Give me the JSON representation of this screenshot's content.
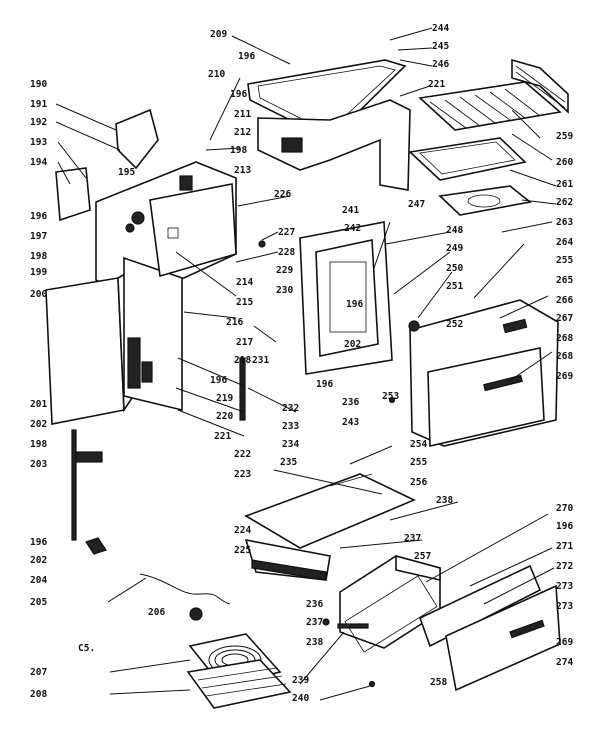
{
  "diagram": {
    "page_code": "C5.",
    "labels": [
      "190",
      "191",
      "192",
      "193",
      "194",
      "195",
      "196",
      "197",
      "198",
      "199",
      "200",
      "201",
      "202",
      "203",
      "204",
      "205",
      "206",
      "207",
      "208",
      "209",
      "210",
      "211",
      "212",
      "213",
      "214",
      "215",
      "216",
      "217",
      "218",
      "219",
      "220",
      "221",
      "222",
      "223",
      "224",
      "225",
      "226",
      "227",
      "228",
      "229",
      "230",
      "231",
      "232",
      "233",
      "234",
      "235",
      "236",
      "237",
      "238",
      "239",
      "240",
      "241",
      "242",
      "243",
      "244",
      "245",
      "246",
      "247",
      "248",
      "249",
      "250",
      "251",
      "252",
      "253",
      "254",
      "255",
      "256",
      "257",
      "258",
      "259",
      "260",
      "261",
      "262",
      "263",
      "264",
      "265",
      "266",
      "267",
      "268",
      "269",
      "270",
      "271",
      "272",
      "273",
      "274"
    ],
    "repeat_labels": {
      "l196": "196",
      "l198": "198",
      "l202": "202",
      "l221": "221",
      "l236": "236",
      "l237": "237",
      "l238": "238",
      "l257": "257",
      "l269": "269",
      "l273": "273",
      "l255": "255",
      "l268": "268"
    }
  }
}
